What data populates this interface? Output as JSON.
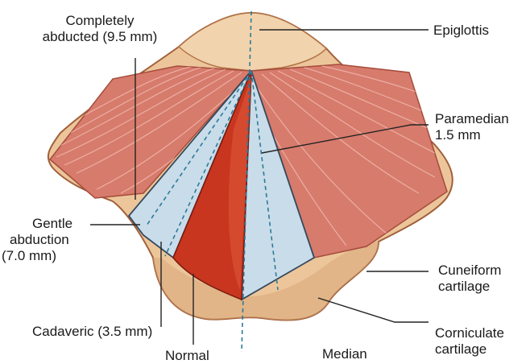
{
  "labels": {
    "completely_abducted": [
      "Completely",
      "abducted (9.5 mm)"
    ],
    "epiglottis": "Epiglottis",
    "paramedian": [
      "Paramedian",
      "1.5 mm"
    ],
    "gentle_abduction": [
      "Gentle",
      "abduction",
      "(7.0 mm)"
    ],
    "cuneiform": [
      "Cuneiform",
      "cartilage"
    ],
    "corniculate": [
      "Corniculate",
      "cartilage"
    ],
    "cadaveric": "Cadaveric (3.5 mm)",
    "normal": "Normal",
    "median": "Median"
  },
  "colors": {
    "cartilage": "#ecc69a",
    "cartilage_edge": "#a0603a",
    "muscle": "#d77b6c",
    "muscle_fiber": "#f3c7bb",
    "cord_fill": "#c9dce9",
    "glottis": "#c8361f",
    "leader": "#222222",
    "dashed_line": "#2b7a99"
  }
}
